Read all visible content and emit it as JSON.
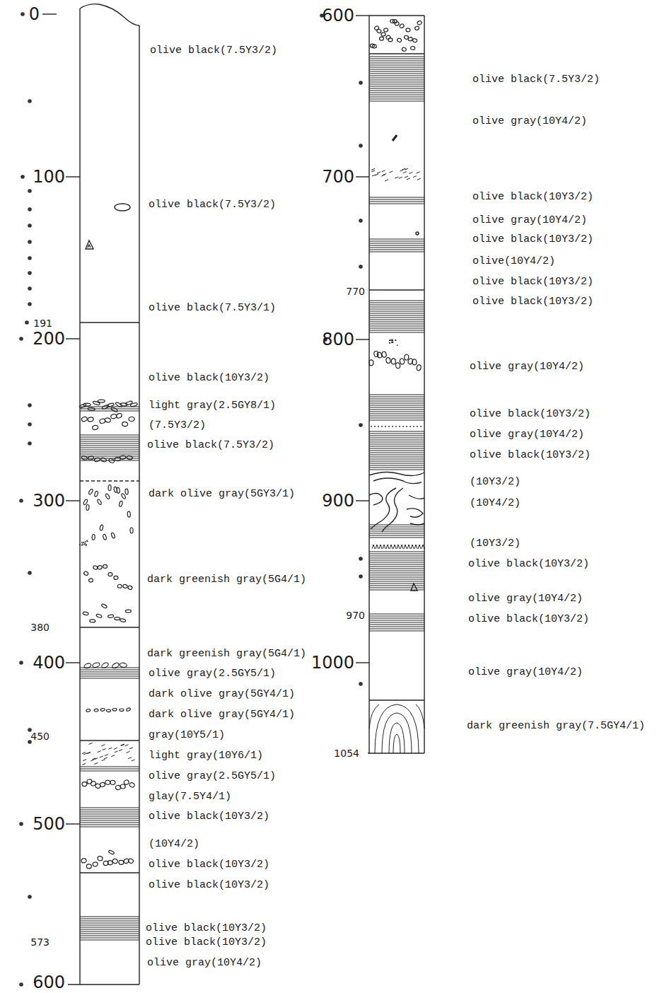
{
  "diagram": {
    "labels": [
      "0",
      "100",
      "191",
      "200",
      "300",
      "380",
      "400",
      "450",
      "500",
      "573",
      "600",
      "olive black(7.5Y3/2)",
      "olive black(7.5Y3/2)",
      "olive black(7.5Y3/1)",
      "olive black(10Y3/2)",
      "light gray(2.5GY8/1)",
      "(7.5Y3/2)",
      "olive black(7.5Y3/2)",
      "dark olive gray(5GY3/1)",
      "dark greenish gray(5G4/1)",
      "dark greenish gray(5G4/1)",
      "olive gray(2.5GY5/1)",
      "dark olive gray(5GY4/1)",
      "dark olive gray(5GY4/1)",
      "gray(10Y5/1)",
      "light gray(10Y6/1)",
      "olive gray(2.5GY5/1)",
      "glay(7.5Y4/1)",
      "olive black(10Y3/2)",
      "(10Y4/2)",
      "olive black(10Y3/2)",
      "olive black(10Y3/2)",
      "olive black(10Y3/2)",
      "olive black(10Y3/2)",
      "olive gray(10Y4/2)",
      "600",
      "700",
      "770",
      "800",
      "900",
      "970",
      "1000",
      "1054",
      "olive black(7.5Y3/2)",
      "olive gray(10Y4/2)",
      "olive black(10Y3/2)",
      "olive gray(10Y4/2)",
      "olive black(10Y3/2)",
      "olive(10Y4/2)",
      "olive black(10Y3/2)",
      "olive black(10Y3/2)",
      "olive gray(10Y4/2)",
      "olive black(10Y3/2)",
      "olive gray(10Y4/2)",
      "olive black(10Y3/2)",
      "(10Y3/2)",
      "(10Y4/2)",
      "(10Y3/2)",
      "olive black(10Y3/2)",
      "olive gray(10Y4/2)",
      "olive black(10Y3/2)",
      "olive gray(10Y4/2)",
      "dark greenish gray(7.5GY4/1)"
    ]
  }
}
